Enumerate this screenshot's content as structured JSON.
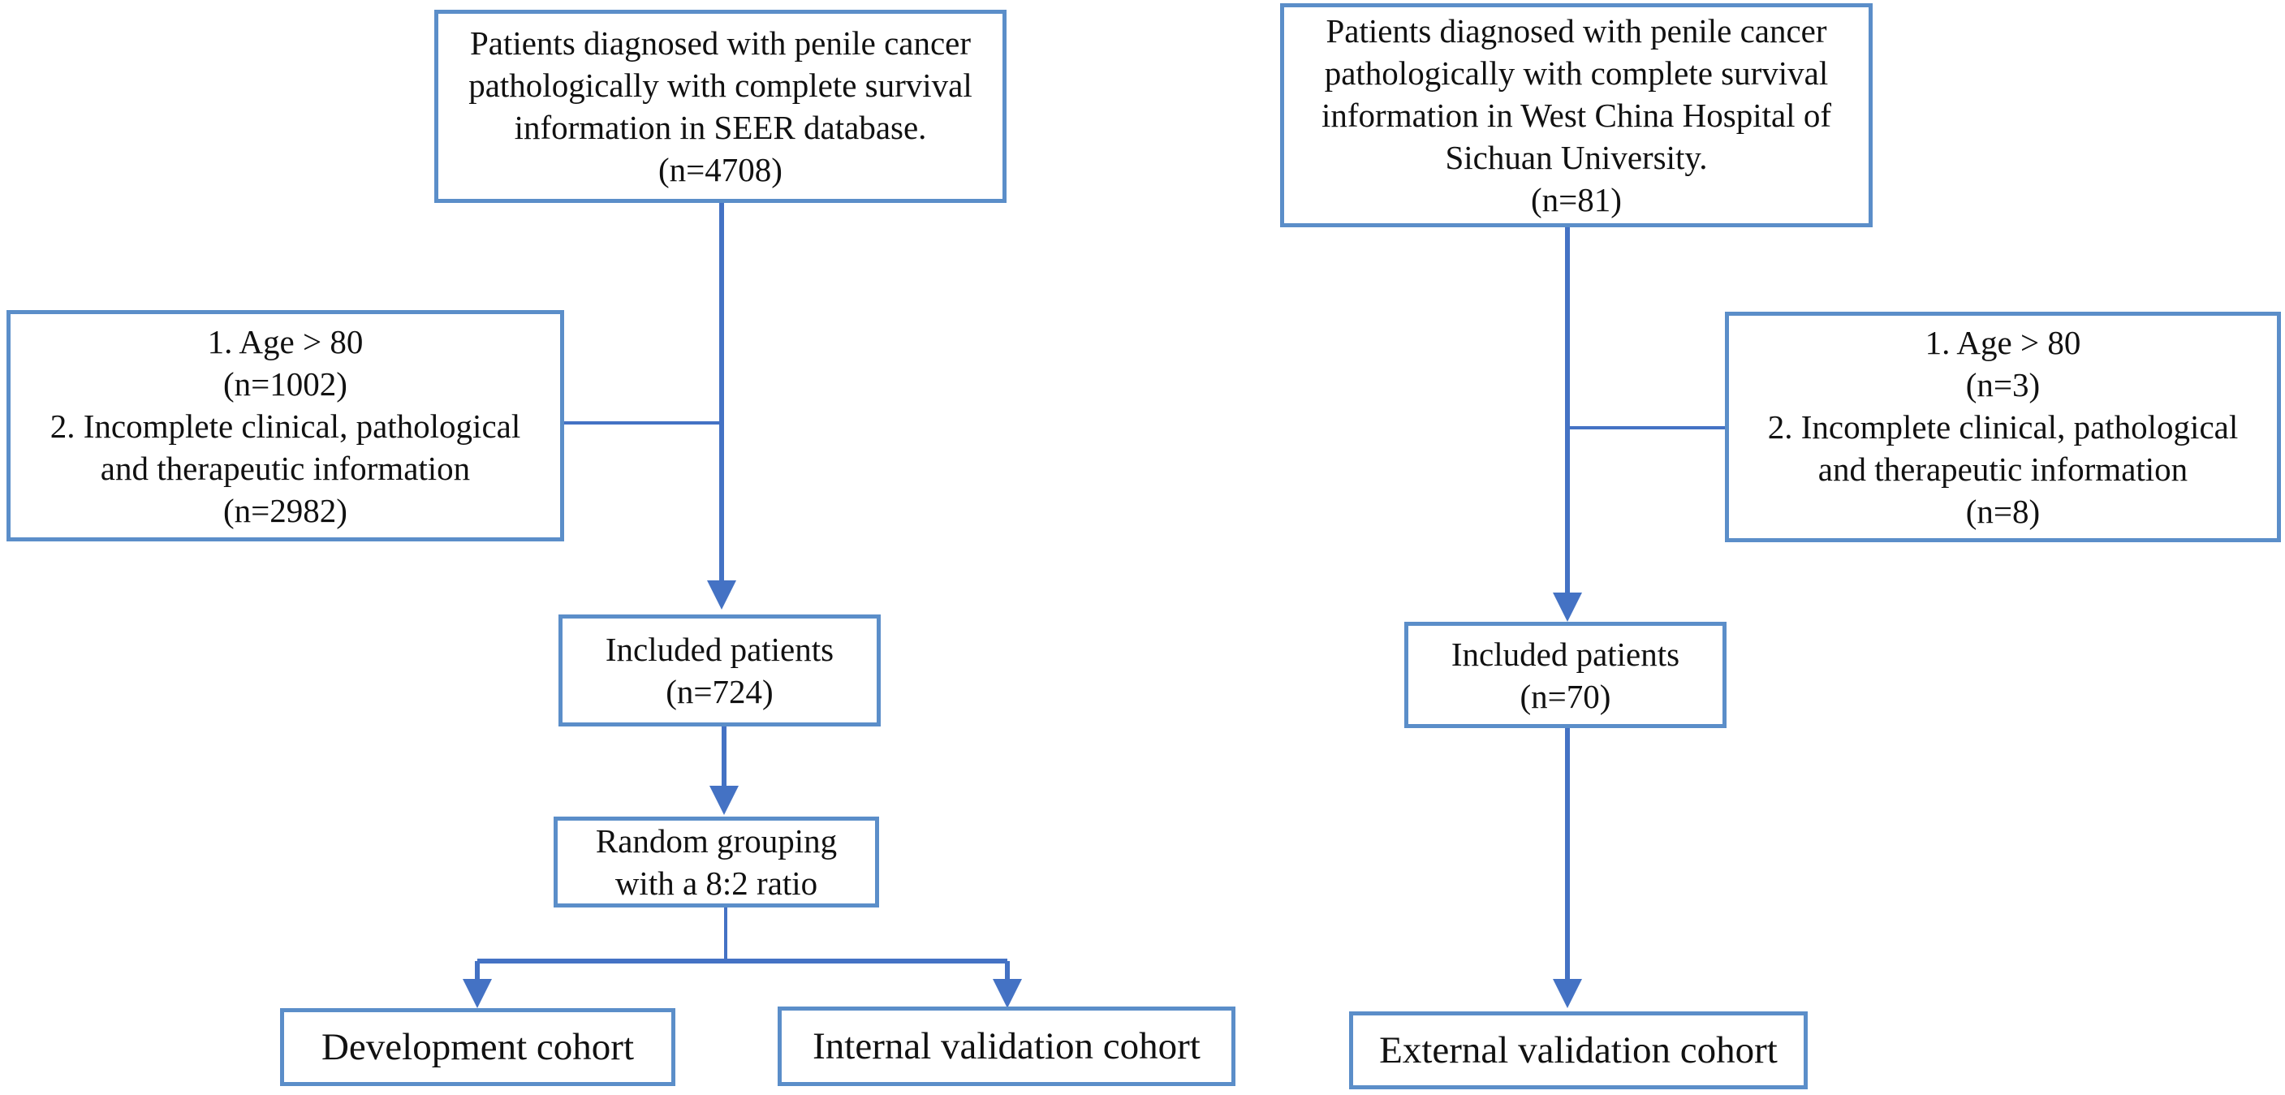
{
  "seer_source": {
    "lines": [
      "Patients diagnosed with penile cancer",
      "pathologically with complete survival",
      "information in SEER database.",
      "(n=4708)"
    ]
  },
  "seer_exclusion": {
    "lines": [
      "1. Age > 80",
      "(n=1002)",
      "2. Incomplete clinical, pathological",
      "and therapeutic information",
      "(n=2982)"
    ]
  },
  "seer_included": {
    "lines": [
      "Included patients",
      "(n=724)"
    ]
  },
  "random_grouping": {
    "lines": [
      "Random grouping",
      "with a 8:2 ratio"
    ]
  },
  "development_cohort": {
    "label": "Development cohort"
  },
  "internal_validation_cohort": {
    "label": "Internal validation cohort"
  },
  "wch_source": {
    "lines": [
      "Patients diagnosed with penile cancer",
      "pathologically with complete survival",
      "information in West China Hospital of",
      "Sichuan University.",
      "(n=81)"
    ]
  },
  "wch_exclusion": {
    "lines": [
      "1. Age > 80",
      "(n=3)",
      "2. Incomplete clinical, pathological",
      "and therapeutic information",
      "(n=8)"
    ]
  },
  "wch_included": {
    "lines": [
      "Included patients",
      "(n=70)"
    ]
  },
  "external_validation_cohort": {
    "label": "External validation cohort"
  },
  "colors": {
    "border": "#5b8ec9",
    "connector": "#4472c4",
    "text": "#111111"
  }
}
